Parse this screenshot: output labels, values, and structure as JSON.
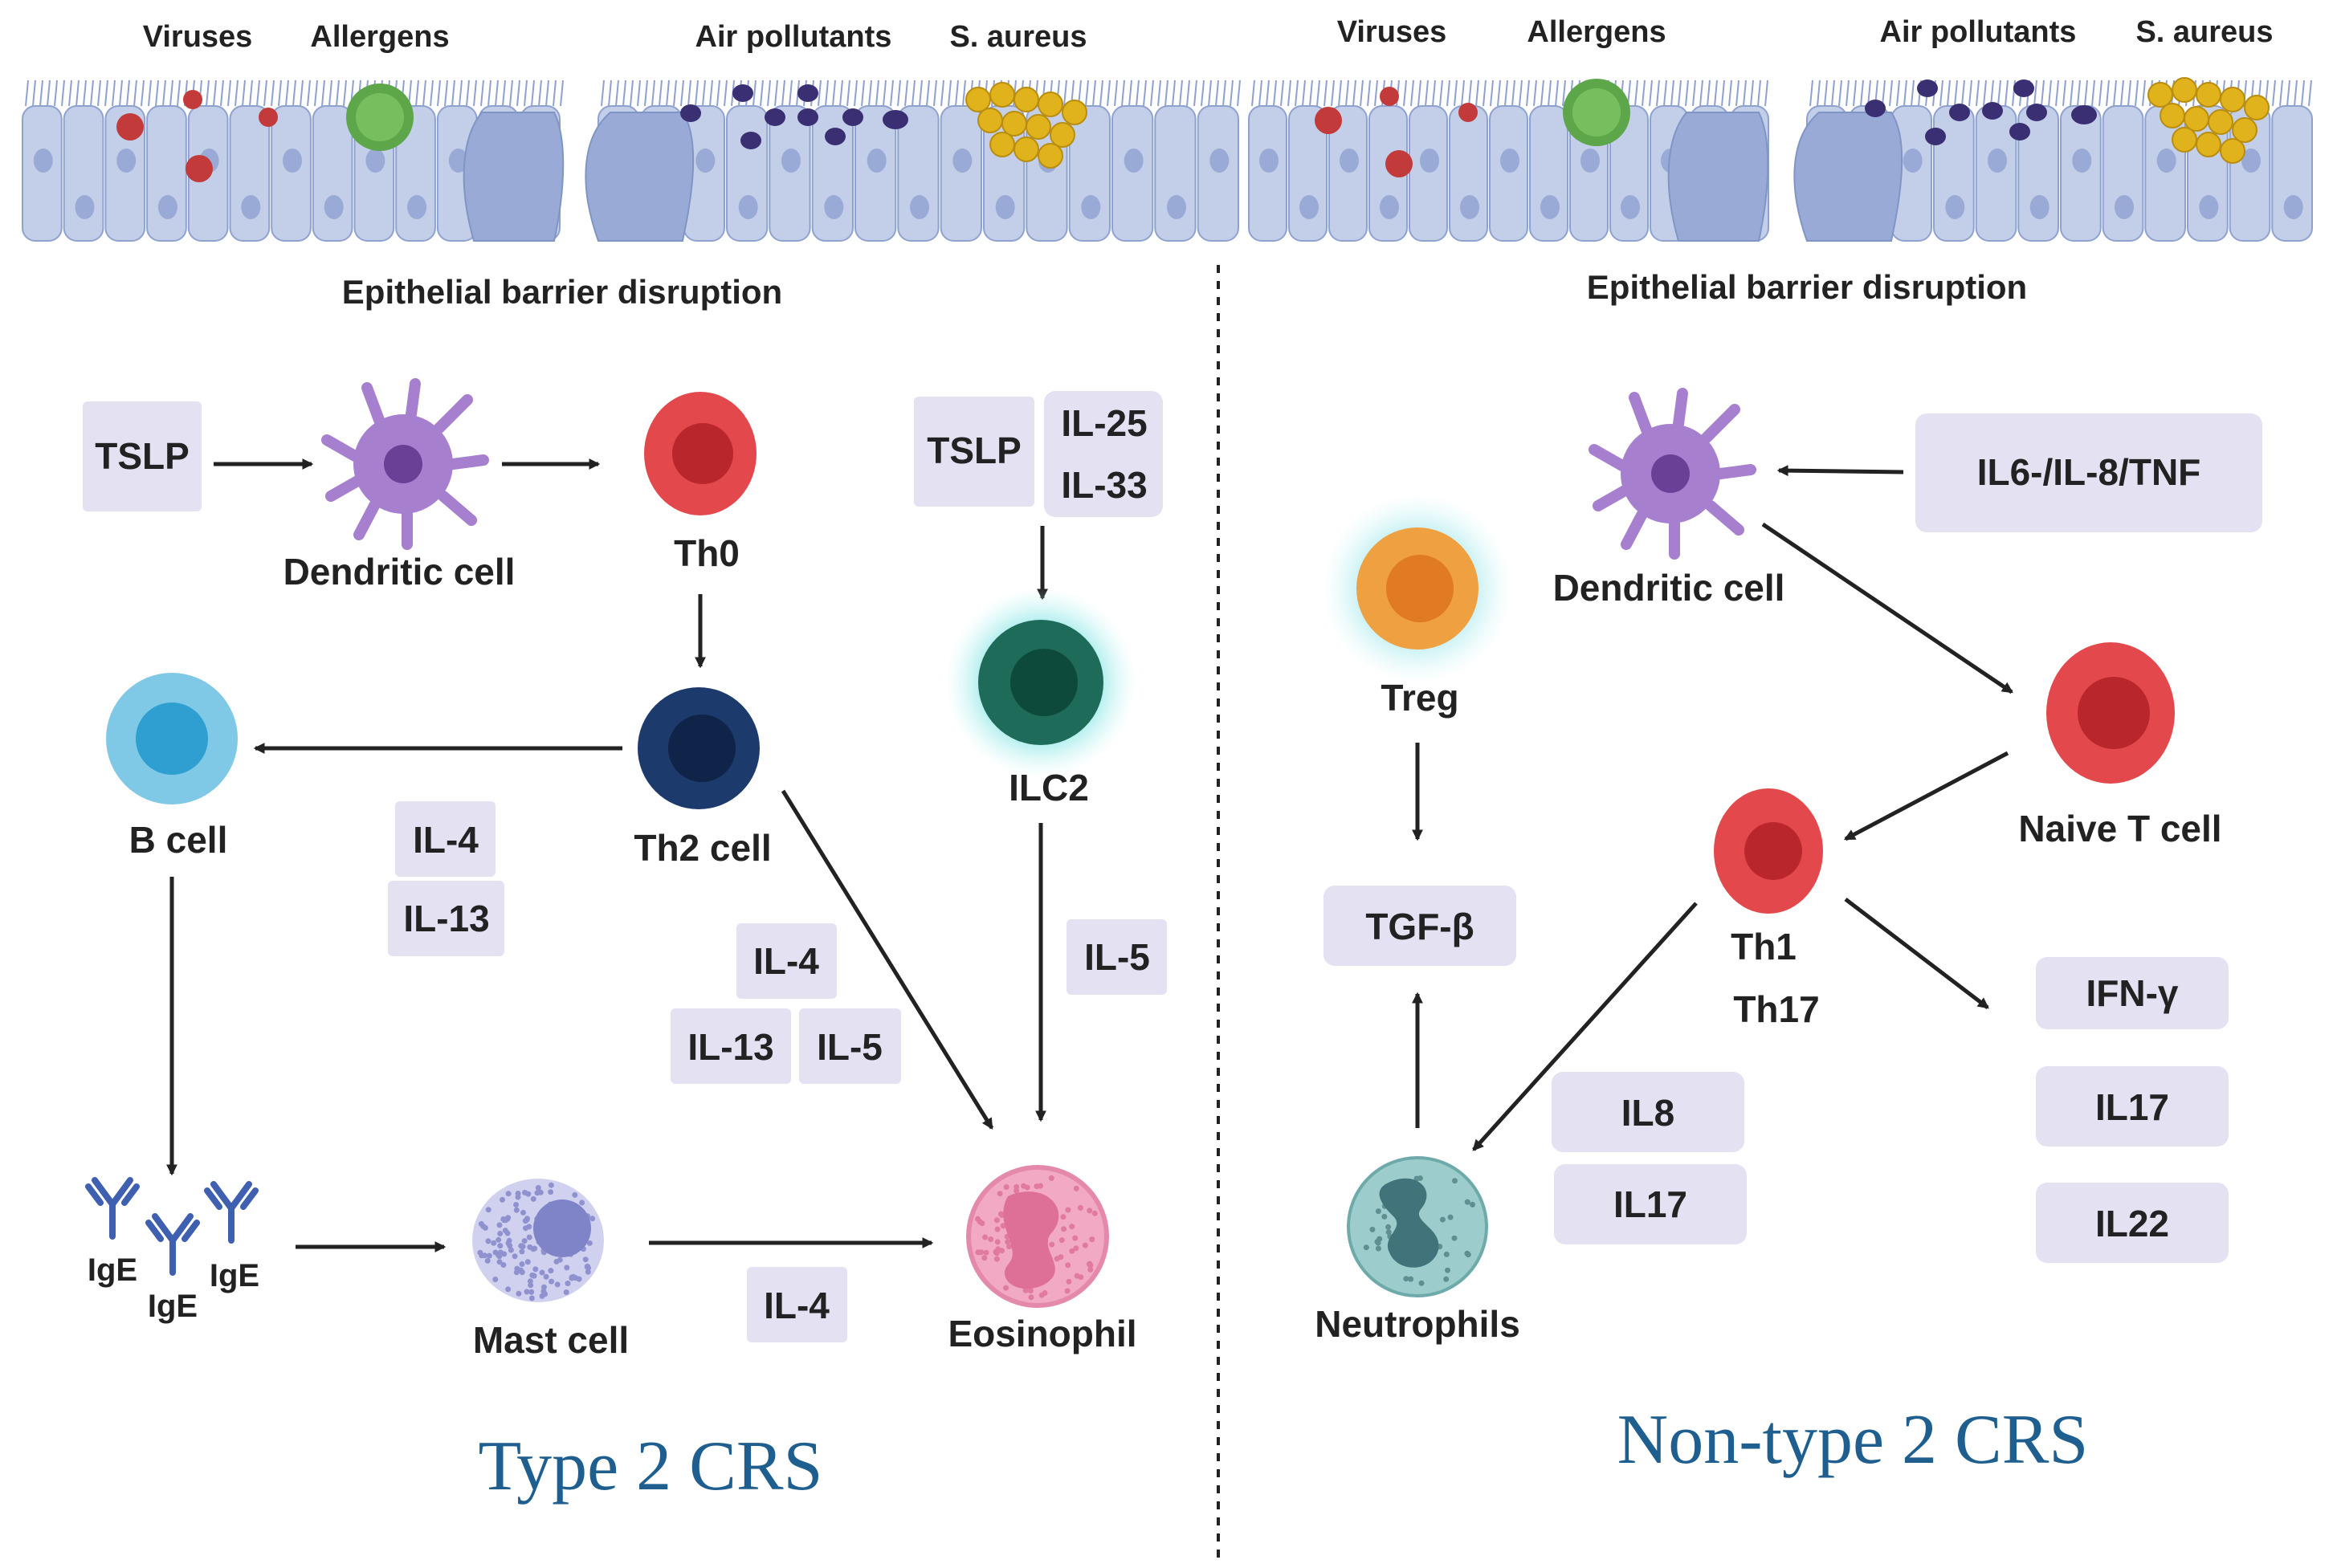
{
  "colors": {
    "box_fill": "#e4e1f2",
    "title_blue": "#1f5f8f",
    "arrow": "#222222",
    "epithelium": "#b9c7e4",
    "epithelium_edge": "#7f95c4",
    "virus": "#c23a3a",
    "allergen": "#5ea64a",
    "pollutant": "#3a2f72",
    "s_aureus": "#e0b21c",
    "dendritic": "#a67fcf",
    "th0": "#e2484c",
    "th2": "#1c3a6b",
    "b_cell": "#2f9ed1",
    "ilc2": "#1f6b5a",
    "mast": "#b7b9e2",
    "eosinophil": "#f2a9c4",
    "treg": "#efa040",
    "neutrophil": "#88c2c2"
  },
  "top_labels": {
    "left": {
      "viruses": "Viruses",
      "allergens": "Allergens",
      "pollutants": "Air pollutants",
      "s_aureus": "S. aureus"
    },
    "right": {
      "viruses": "Viruses",
      "allergens": "Allergens",
      "pollutants": "Air pollutants",
      "s_aureus": "S. aureus"
    }
  },
  "left_panel": {
    "disruption": "Epithelial barrier disruption",
    "tslp_1": "TSLP",
    "dendritic": "Dendritic cell",
    "th0": "Th0",
    "tslp_2": "TSLP",
    "il25": "IL-25",
    "il33": "IL-33",
    "ilc2": "ILC2",
    "b_cell": "B cell",
    "th2": "Th2  cell",
    "il4_a": "IL-4",
    "il13_a": "IL-13",
    "il4_b": "IL-4",
    "il13_b": "IL-13",
    "il5_b": "IL-5",
    "il5_c": "IL-5",
    "ige_1": "IgE",
    "ige_2": "IgE",
    "ige_3": "IgE",
    "mast": "Mast cell",
    "il4_c": "IL-4",
    "eosinophil": "Eosinophil",
    "title": "Type 2 CRS"
  },
  "right_panel": {
    "disruption": "Epithelial barrier disruption",
    "dendritic": "Dendritic cell",
    "cytokines": "IL6-/IL-8/TNF",
    "treg": "Treg",
    "naive": "Naive T cell",
    "th1": "Th1",
    "th17": "Th17",
    "tgfb": "TGF-β",
    "ifng": "IFN-γ",
    "il17_r": "IL17",
    "il22": "IL22",
    "il8": "IL8",
    "il17_n": "IL17",
    "neutrophils": "Neutrophils",
    "title": "Non-type 2 CRS"
  }
}
